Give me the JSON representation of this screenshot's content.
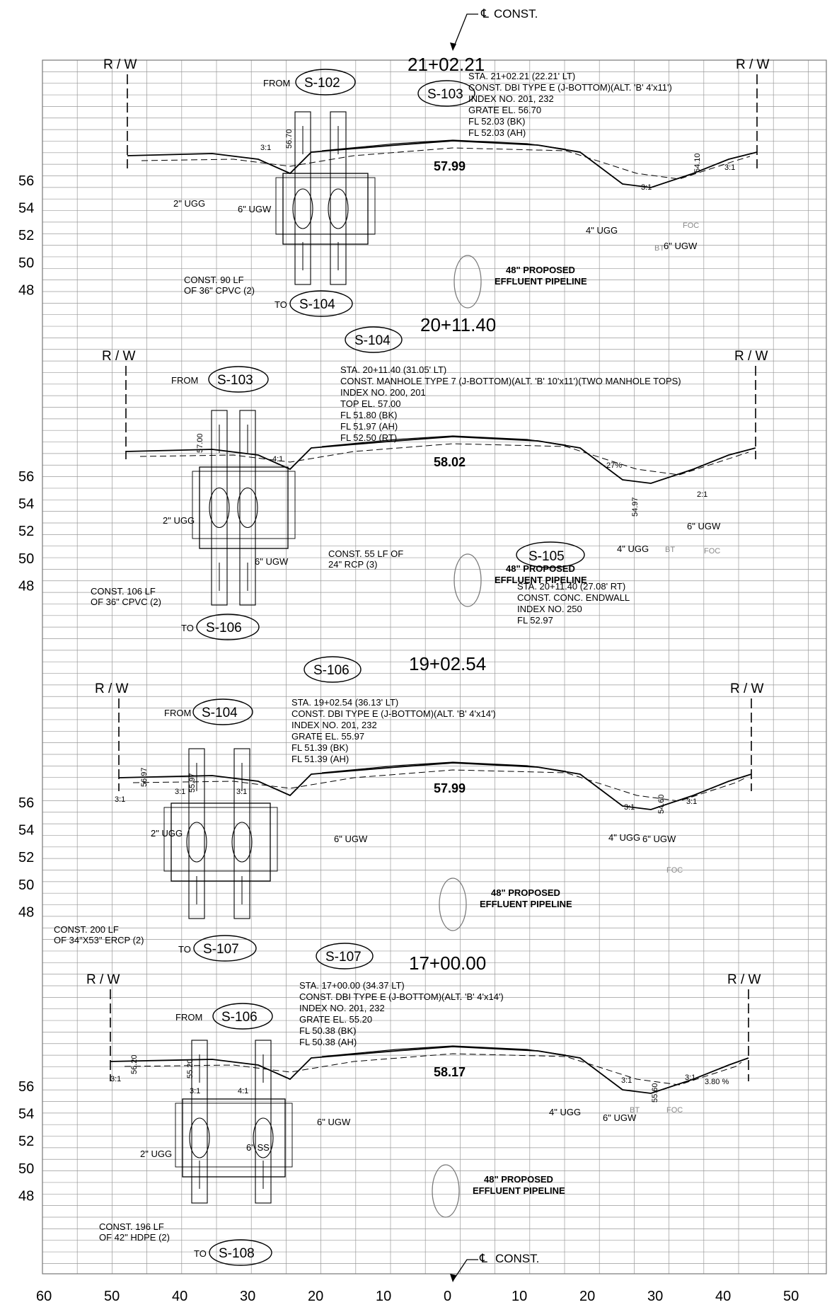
{
  "cl_top": "CONST.",
  "cl_bottom": "CONST.",
  "y_axis_labels": [
    "56",
    "54",
    "52",
    "50",
    "48"
  ],
  "x_axis_labels": [
    "60",
    "50",
    "40",
    "30",
    "20",
    "10",
    "0",
    "10",
    "20",
    "30",
    "40",
    "50"
  ],
  "rw_label": "R / W",
  "sections": [
    {
      "station_title": "21+02.21",
      "structure_id": "S-103",
      "from_label": "FROM",
      "from_id": "S-102",
      "to_label": "TO",
      "to_id": "S-104",
      "notes": [
        "STA. 21+02.21 (22.21' LT)",
        "CONST. DBI TYPE E (J-BOTTOM)(ALT. 'B' 4'x11')",
        "INDEX NO. 201, 232",
        "GRATE EL. 56.70",
        "FL 52.03 (BK)",
        "FL 52.03 (AH)"
      ],
      "center_elev": "57.99",
      "pipe_note": [
        "CONST. 90 LF",
        "OF 36\" CPVC (2)"
      ],
      "pipeline": [
        "48\" PROPOSED",
        "EFFLUENT PIPELINE"
      ],
      "utilities": [
        "2\" UGG",
        "6\" UGW",
        "4\" UGG",
        "6\" UGW",
        "FOC",
        "BT"
      ],
      "slopes": [
        "3:1",
        "3:1",
        "3:1"
      ],
      "grades": [
        "56.70",
        "54.10"
      ]
    },
    {
      "station_title": "20+11.40",
      "structure_id": "S-104",
      "from_label": "FROM",
      "from_id": "S-103",
      "to_label": "TO",
      "to_id": "S-106",
      "notes": [
        "STA. 20+11.40 (31.05' LT)",
        "CONST. MANHOLE TYPE 7 (J-BOTTOM)(ALT. 'B' 10'x11')(TWO MANHOLE TOPS)",
        "INDEX NO. 200, 201",
        "TOP EL. 57.00",
        "FL 51.80 (BK)",
        "FL 51.97 (AH)",
        "FL 52.50 (RT)"
      ],
      "center_elev": "58.02",
      "pipe_note": [
        "CONST. 106 LF",
        "OF 36\" CPVC (2)"
      ],
      "rcp_note": [
        "CONST. 55 LF OF",
        "24\" RCP (3)"
      ],
      "pipeline": [
        "48\" PROPOSED",
        "EFFLUENT PIPELINE"
      ],
      "endwall_id": "S-105",
      "endwall_notes": [
        "STA. 20+11.40 (27.08' RT)",
        "CONST. CONC. ENDWALL",
        "INDEX NO. 250",
        "FL 52.97"
      ],
      "utilities": [
        "2\" UGG",
        "6\" UGW",
        "4\" UGG",
        "6\" UGW",
        "BT",
        "FOC"
      ],
      "slopes": [
        "4:1",
        "2:1",
        "27%"
      ],
      "grades": [
        "57.00",
        "54.97"
      ]
    },
    {
      "station_title": "19+02.54",
      "structure_id": "S-106",
      "from_label": "FROM",
      "from_id": "S-104",
      "to_label": "TO",
      "to_id": "S-107",
      "notes": [
        "STA. 19+02.54 (36.13' LT)",
        "CONST. DBI TYPE E (J-BOTTOM)(ALT. 'B' 4'x14')",
        "INDEX NO. 201, 232",
        "GRATE EL. 55.97",
        "FL 51.39 (BK)",
        "FL 51.39 (AH)"
      ],
      "center_elev": "57.99",
      "pipe_note": [
        "CONST. 200 LF",
        "OF 34\"X53\" ERCP (2)"
      ],
      "pipeline": [
        "48\" PROPOSED",
        "EFFLUENT PIPELINE"
      ],
      "utilities": [
        "2\" UGG",
        "6\" UGW",
        "4\" UGG",
        "6\" UGW",
        "FOC"
      ],
      "slopes": [
        "3:1",
        "3:1",
        "3:1",
        "3:1",
        "3:1"
      ],
      "grades": [
        "56.97",
        "55.97",
        "54.60"
      ]
    },
    {
      "station_title": "17+00.00",
      "structure_id": "S-107",
      "from_label": "FROM",
      "from_id": "S-106",
      "to_label": "TO",
      "to_id": "S-108",
      "notes": [
        "STA. 17+00.00 (34.37 LT)",
        "CONST. DBI TYPE E (J-BOTTOM)(ALT. 'B' 4'x14')",
        "INDEX NO. 201, 232",
        "GRATE EL. 55.20",
        "FL 50.38 (BK)",
        "FL 50.38 (AH)"
      ],
      "center_elev": "58.17",
      "pipe_note": [
        "CONST. 196 LF",
        "OF 42\" HDPE (2)"
      ],
      "pipeline": [
        "48\" PROPOSED",
        "EFFLUENT PIPELINE"
      ],
      "utilities": [
        "2\" UGG",
        "6\" SS",
        "6\" UGW",
        "4\" UGG",
        "6\" UGW",
        "BT",
        "FOC"
      ],
      "slopes": [
        "3:1",
        "3:1",
        "4:1",
        "3:1",
        "3:1"
      ],
      "grades": [
        "56.20",
        "55.20",
        "55.60",
        "3.80 %"
      ]
    }
  ]
}
